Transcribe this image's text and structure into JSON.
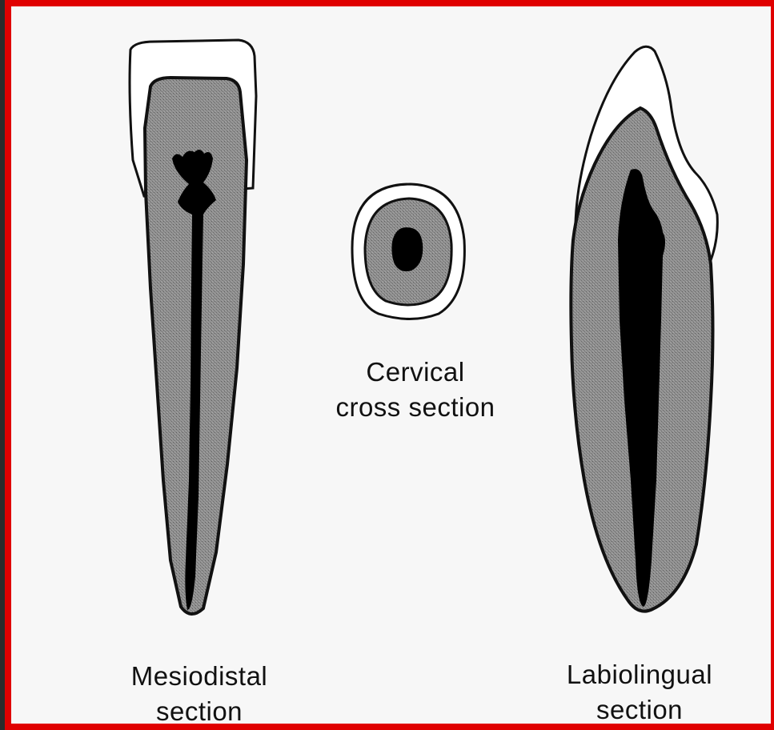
{
  "labels": {
    "mesiodistal": {
      "line1": "Mesiodistal",
      "line2": "section"
    },
    "cervical": {
      "line1": "Cervical",
      "line2": "cross section"
    },
    "labiolingual": {
      "line1": "Labiolingual",
      "line2": "section"
    }
  },
  "colors": {
    "border": "#e00000",
    "background": "#f7f7f7",
    "dentin": "#8c8c8c",
    "pulp": "#000000",
    "enamel": "#ffffff",
    "outline": "#111111"
  }
}
